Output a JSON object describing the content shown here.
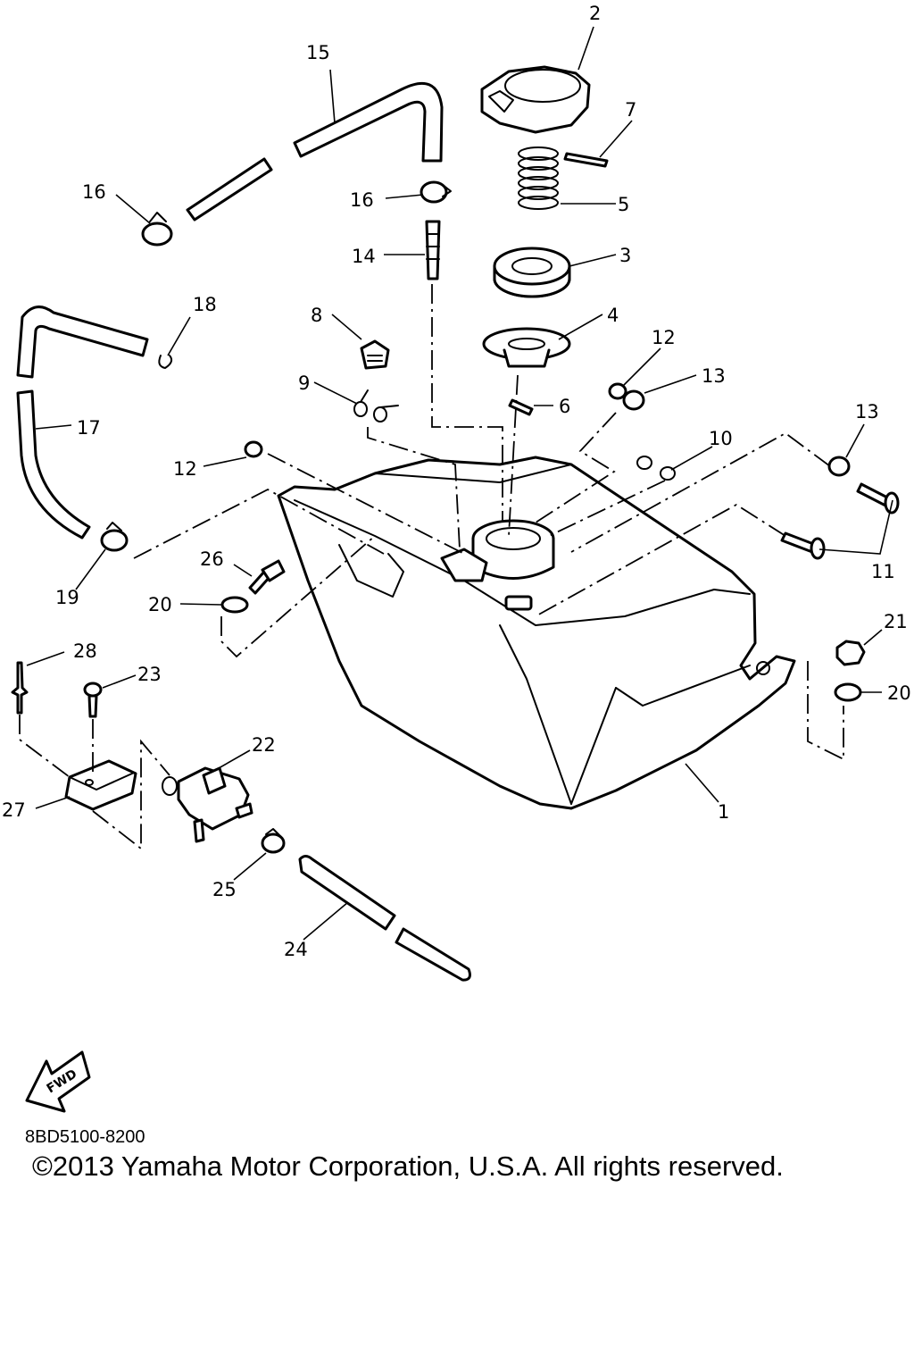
{
  "diagram": {
    "code": "8BD5100-8200",
    "copyright": "©2013 Yamaha Motor Corporation, U.S.A. All rights reserved.",
    "fwd_label": "FWD"
  },
  "callouts": {
    "c1": "1",
    "c2": "2",
    "c3": "3",
    "c4": "4",
    "c5": "5",
    "c6": "6",
    "c7": "7",
    "c8": "8",
    "c9": "9",
    "c10": "10",
    "c11": "11",
    "c12a": "12",
    "c12b": "12",
    "c13a": "13",
    "c13b": "13",
    "c14": "14",
    "c15": "15",
    "c16a": "16",
    "c16b": "16",
    "c17": "17",
    "c18": "18",
    "c19": "19",
    "c20a": "20",
    "c20b": "20",
    "c21": "21",
    "c22": "22",
    "c23": "23",
    "c24": "24",
    "c25": "25",
    "c26": "26",
    "c27": "27",
    "c28": "28"
  }
}
